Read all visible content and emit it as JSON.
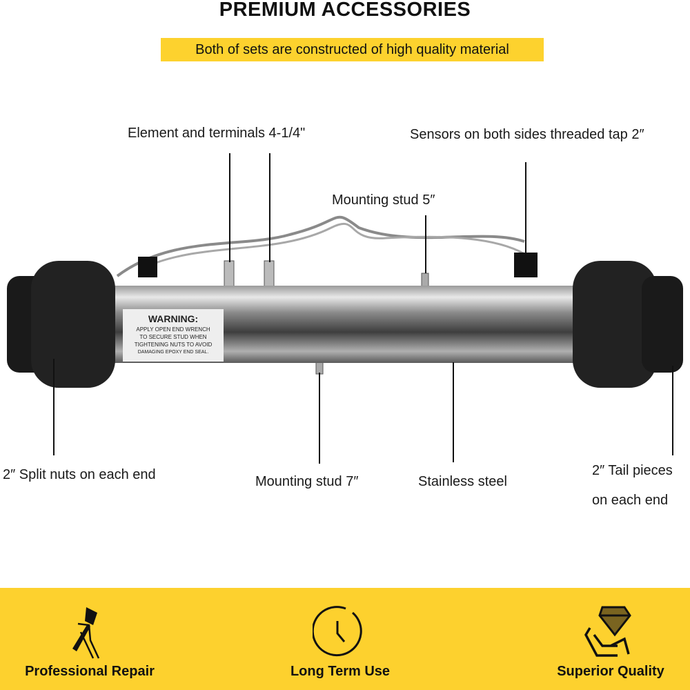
{
  "header": {
    "title": "PREMIUM ACCESSORIES",
    "subtitle": "Both of sets are constructed of high quality material"
  },
  "warning_label": {
    "heading": "WARNING:",
    "lines": [
      "APPLY OPEN END WRENCH",
      "TO SECURE STUD WHEN",
      "TIGHTENING NUTS TO AVOID",
      "DAMAGING EPOXY END SEAL."
    ]
  },
  "callouts": {
    "element": "Element and terminals 4-1/4\"",
    "sensors": "Sensors on both sides threaded tap 2″",
    "stud5": "Mounting stud 5″",
    "split_nuts": "2″ Split nuts on each end",
    "stud7": "Mounting stud 7″",
    "steel": "Stainless steel",
    "tail1": "2″ Tail pieces",
    "tail2": "on each end"
  },
  "features": [
    {
      "icon": "hammer-fist-icon",
      "label": "Professional Repair"
    },
    {
      "icon": "clock-icon",
      "label": "Long Term Use"
    },
    {
      "icon": "diamond-hand-icon",
      "label": "Superior Quality"
    }
  ],
  "colors": {
    "accent": "#fdd12e"
  }
}
